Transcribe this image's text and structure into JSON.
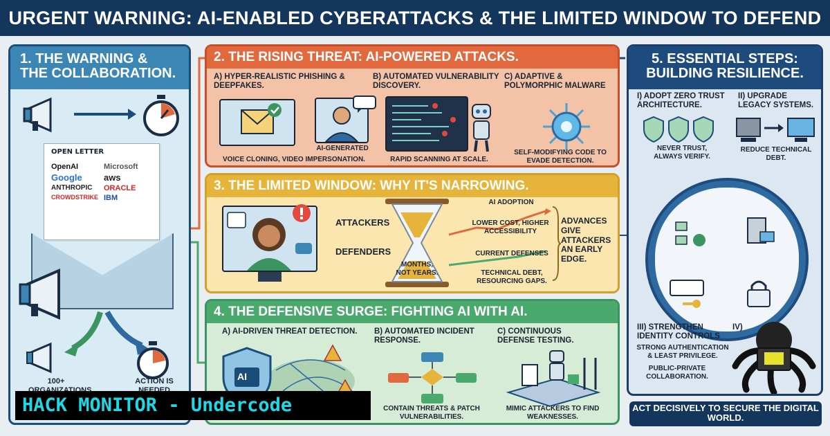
{
  "title": "URGENT WARNING: AI-ENABLED CYBERATTACKS & THE LIMITED WINDOW TO DEFEND",
  "panel1": {
    "heading_line1": "1. THE WARNING &",
    "heading_line2": "THE COLLABORATION.",
    "letter_title": "OPEN LETTER",
    "logos": [
      "OpenAI",
      "Microsoft",
      "Google",
      "aws",
      "ANTHROPIC",
      "ORACLE",
      "CROWDSTRIKE",
      "IBM"
    ],
    "bottom_left": "100+ ORGANIZATIONS",
    "bottom_right": "ACTION IS NEEDED"
  },
  "panel2": {
    "heading": "2. THE RISING THREAT: AI-POWERED ATTACKS.",
    "a_title": "A) HYPER-REALISTIC PHISHING & DEEPFAKES.",
    "a_badge": "AI-GENERATED",
    "a_caption": "VOICE CLONING, VIDEO IMPERSONATION.",
    "b_title": "B) AUTOMATED VULNERABILITY DISCOVERY.",
    "b_caption": "RAPID SCANNING AT SCALE.",
    "c_title": "C) ADAPTIVE & POLYMORPHIC MALWARE",
    "c_caption": "SELF-MODIFYING CODE TO EVADE DETECTION."
  },
  "panel3": {
    "heading": "3. THE LIMITED WINDOW: WHY IT'S NARROWING.",
    "attackers": "ATTACKERS",
    "defenders": "DEFENDERS",
    "hourglass_label": "MONTHS, NOT YEARS.",
    "ai_adoption": "AI ADOPTION",
    "lower_cost": "LOWER COST, HIGHER ACCESSIBILITY",
    "current_defenses": "CURRENT DEFENSES",
    "tech_debt": "TECHNICAL DEBT, RESOURCING GAPS.",
    "advances": "ADVANCES GIVE ATTACKERS AN EARLY EDGE."
  },
  "panel4": {
    "heading": "4. THE DEFENSIVE SURGE: FIGHTING AI WITH AI.",
    "a_title": "A) AI-DRIVEN THREAT DETECTION.",
    "a_badge": "AI",
    "b_title": "B) AUTOMATED INCIDENT RESPONSE.",
    "b_caption": "CONTAIN THREATS & PATCH VULNERABILITIES.",
    "c_title": "C) CONTINUOUS DEFENSE TESTING.",
    "c_caption": "MIMIC ATTACKERS TO FIND WEAKNESSES."
  },
  "panel5": {
    "heading_line1": "5. ESSENTIAL STEPS:",
    "heading_line2": "BUILDING RESILIENCE.",
    "i_title": "I) ADOPT ZERO TRUST ARCHITECTURE.",
    "i_caption": "NEVER TRUST, ALWAYS VERIFY.",
    "ii_title": "II) UPGRADE LEGACY SYSTEMS.",
    "ii_caption": "REDUCE TECHNICAL DEBT.",
    "iii_title": "III) STRENGTHEN IDENTITY CONTROLS",
    "iii_caption": "STRONG AUTHENTICATION & LEAST PRIVILEGE.",
    "iii_caption2": "PUBLIC-PRIVATE COLLABORATION.",
    "iv_title": "IV)"
  },
  "cta": "ACT DECISIVELY TO SECURE THE DIGITAL WORLD.",
  "watermark": "HACK MONITOR - Undercode",
  "colors": {
    "banner": "#14365c",
    "panel1": "#3b86b4",
    "panel2": "#e2683e",
    "panel3": "#e7b43b",
    "panel4": "#4aa96d",
    "panel5": "#1e4b7d",
    "watermark_text": "#20d7e6"
  }
}
